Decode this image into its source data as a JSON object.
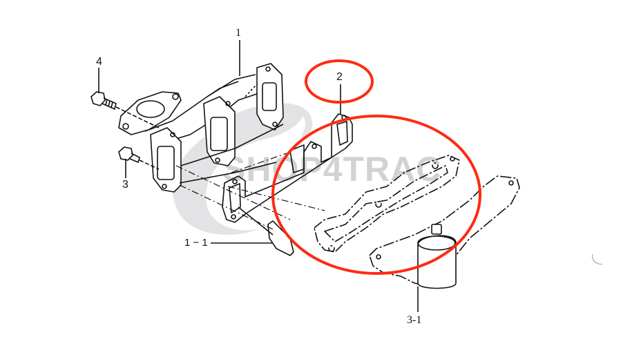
{
  "diagram": {
    "type": "exploded-parts-diagram",
    "subject": "exhaust manifold assembly",
    "watermark": {
      "text": "SHOP4TRAC",
      "color": "#d2d2d4"
    },
    "callouts": [
      {
        "id": "1",
        "label": "1",
        "part": "exhaust-manifold"
      },
      {
        "id": "1-1",
        "label": "1 − 1",
        "part": "manifold-gasket-plate"
      },
      {
        "id": "2",
        "label": "2",
        "part": "exhaust-manifold-gasket",
        "highlighted": true
      },
      {
        "id": "3",
        "label": "3",
        "part": "bolt"
      },
      {
        "id": "3-1",
        "label": "3-1",
        "part": "exhaust-manifold-alt"
      },
      {
        "id": "4",
        "label": "4",
        "part": "bolt"
      }
    ],
    "highlights": [
      {
        "target": "2",
        "shape": "ellipse",
        "color": "#ff2a12"
      },
      {
        "target": "gasket-and-manifold",
        "shape": "ellipse",
        "color": "#ff2a12"
      }
    ],
    "colors": {
      "line_art": "#111111",
      "highlight": "#ff2a12",
      "background": "#ffffff"
    }
  }
}
